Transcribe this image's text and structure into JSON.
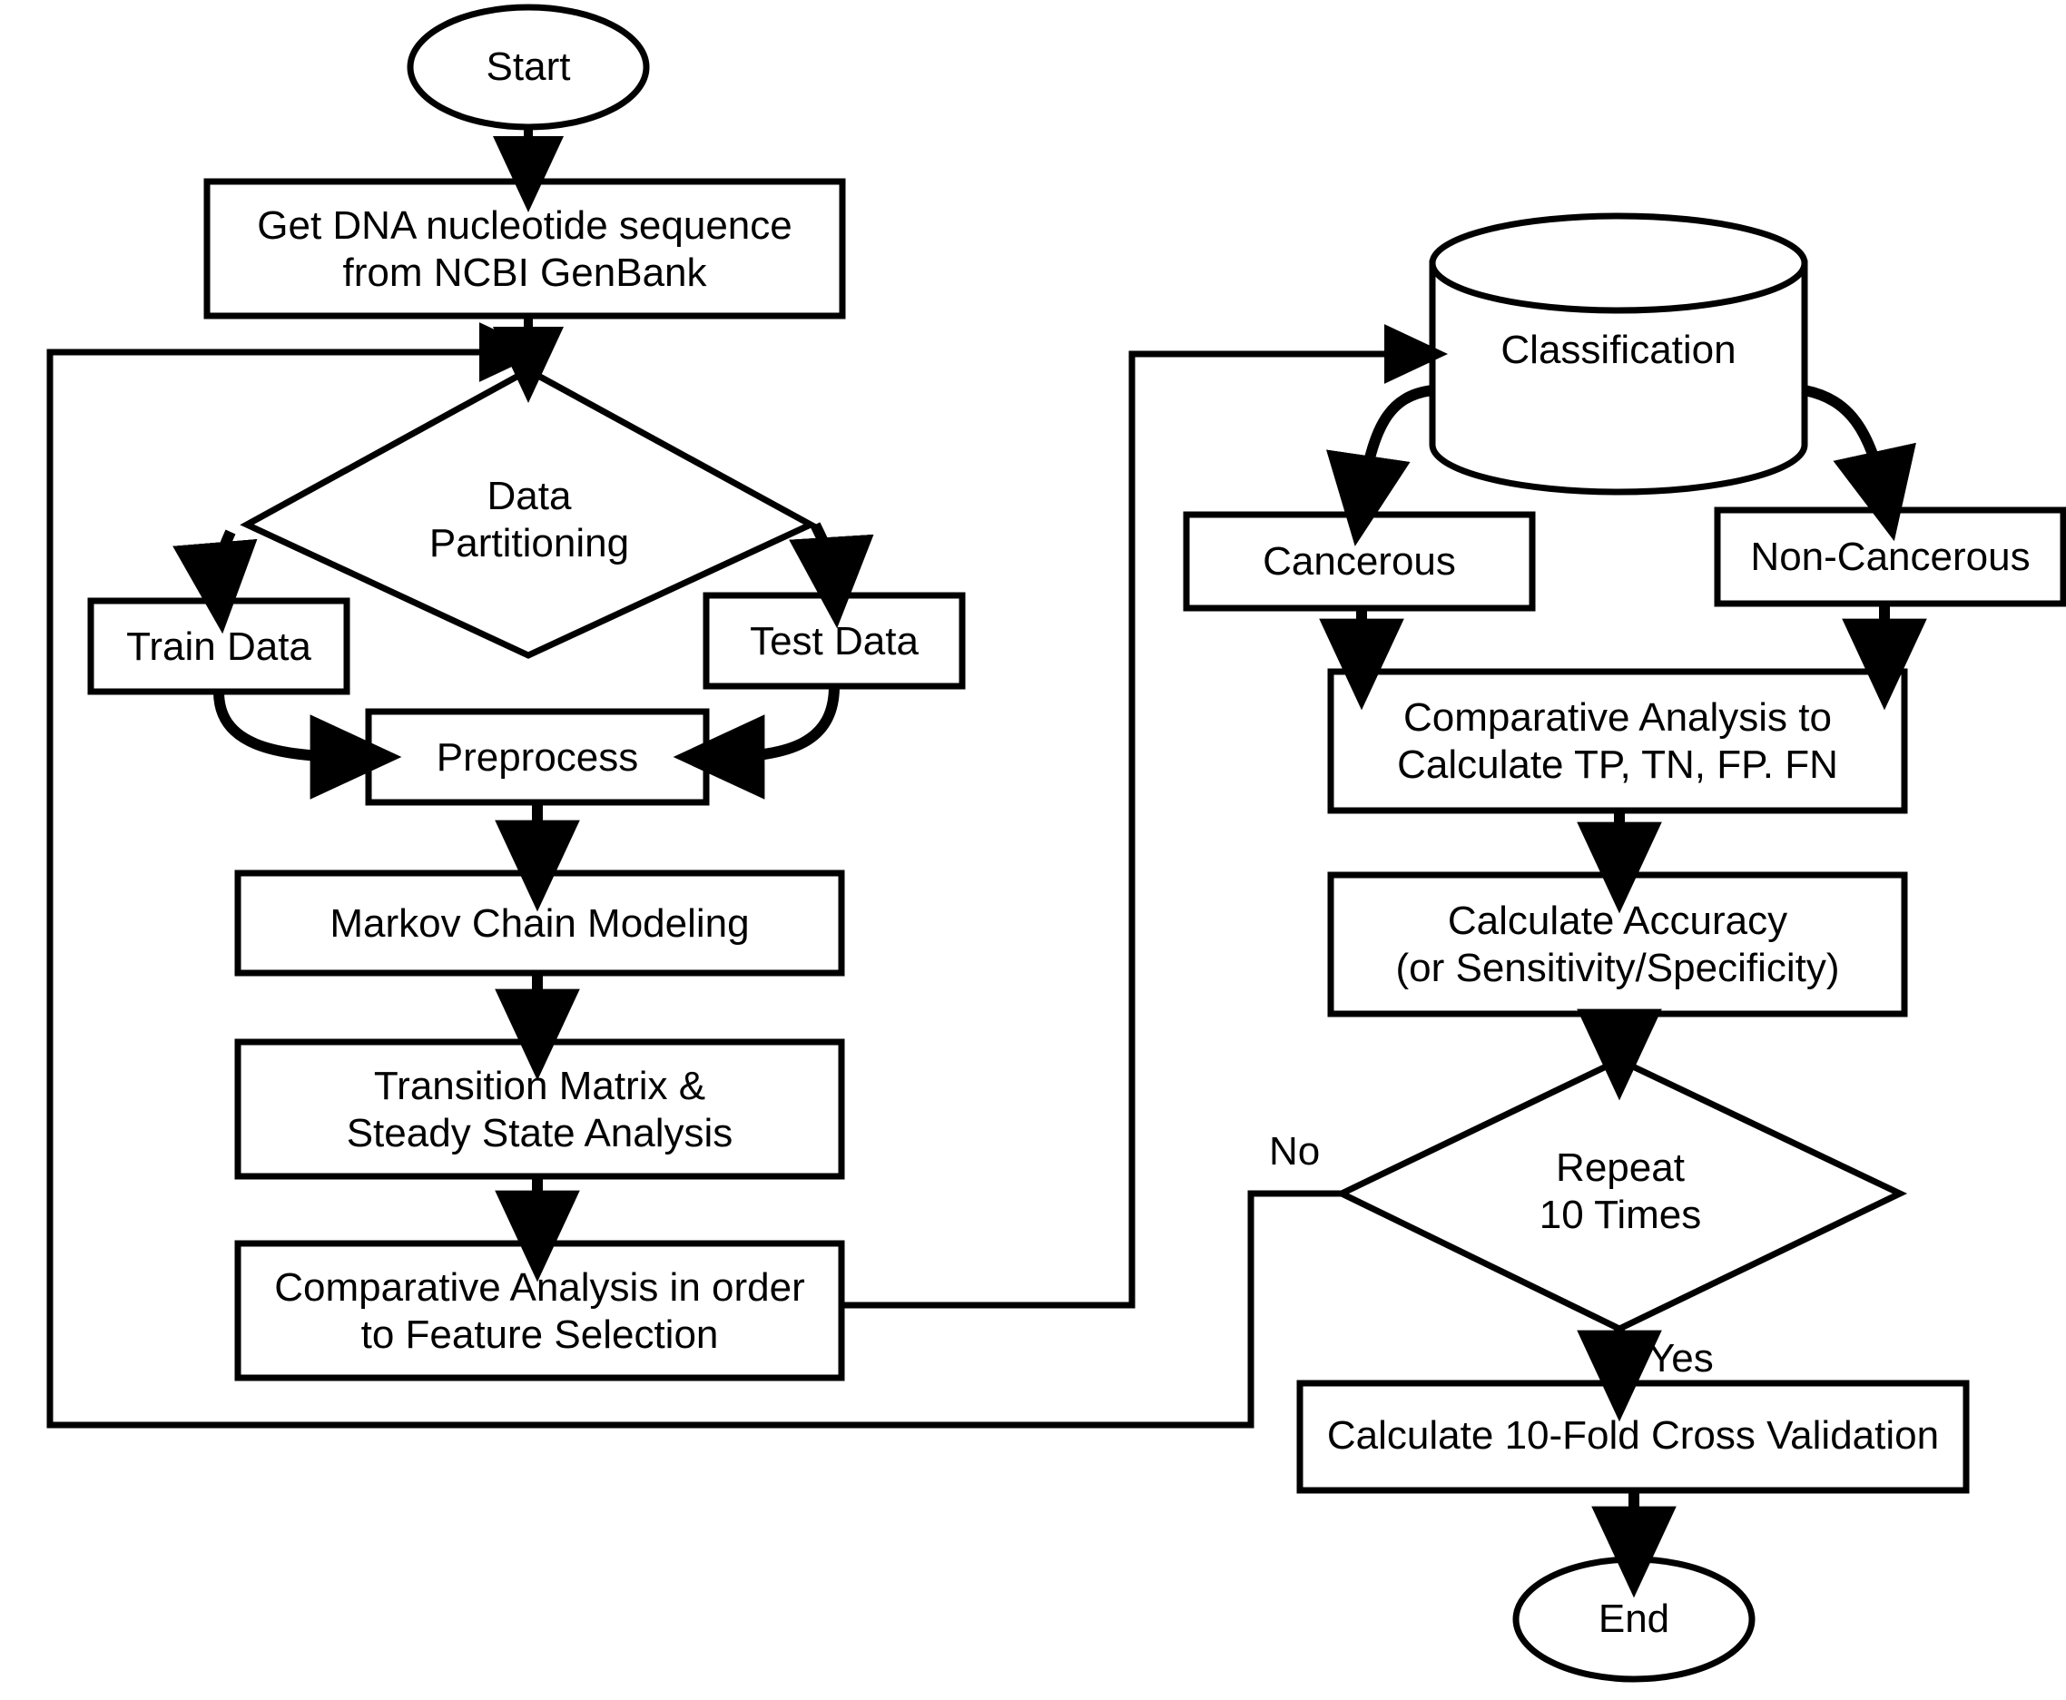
{
  "diagram": {
    "title": "DNA Nucleotide Markov Chain Cancer Classification Flowchart",
    "stroke_color": "#000000",
    "fill_color": "#ffffff",
    "background": "#ffffff"
  },
  "nodes": {
    "start": {
      "label": "Start",
      "shape": "ellipse"
    },
    "get_dna": {
      "label": "Get DNA nucleotide sequence\nfrom NCBI GenBank",
      "shape": "process"
    },
    "data_partitioning": {
      "label": "Data\nPartitioning",
      "shape": "decision"
    },
    "train_data": {
      "label": "Train Data",
      "shape": "process"
    },
    "test_data": {
      "label": "Test Data",
      "shape": "process"
    },
    "preprocess": {
      "label": "Preprocess",
      "shape": "process"
    },
    "markov_chain": {
      "label": "Markov Chain Modeling",
      "shape": "process"
    },
    "transition_matrix": {
      "label": "Transition Matrix &\nSteady State Analysis",
      "shape": "process"
    },
    "feature_selection": {
      "label": "Comparative Analysis in order\nto Feature Selection",
      "shape": "process"
    },
    "classification": {
      "label": "Classification",
      "shape": "cylinder"
    },
    "cancerous": {
      "label": "Cancerous",
      "shape": "process"
    },
    "non_cancerous": {
      "label": "Non-Cancerous",
      "shape": "process"
    },
    "comparative_tp_tn": {
      "label": "Comparative Analysis to\nCalculate TP, TN, FP. FN",
      "shape": "process"
    },
    "calculate_accuracy": {
      "label": "Calculate Accuracy\n(or Sensitivity/Specificity)",
      "shape": "process"
    },
    "repeat_10": {
      "label": "Repeat\n10 Times",
      "shape": "decision"
    },
    "cross_validation": {
      "label": "Calculate 10-Fold Cross Validation",
      "shape": "process"
    },
    "end": {
      "label": "End",
      "shape": "ellipse"
    }
  },
  "edge_labels": {
    "no": "No",
    "yes": "Yes"
  }
}
